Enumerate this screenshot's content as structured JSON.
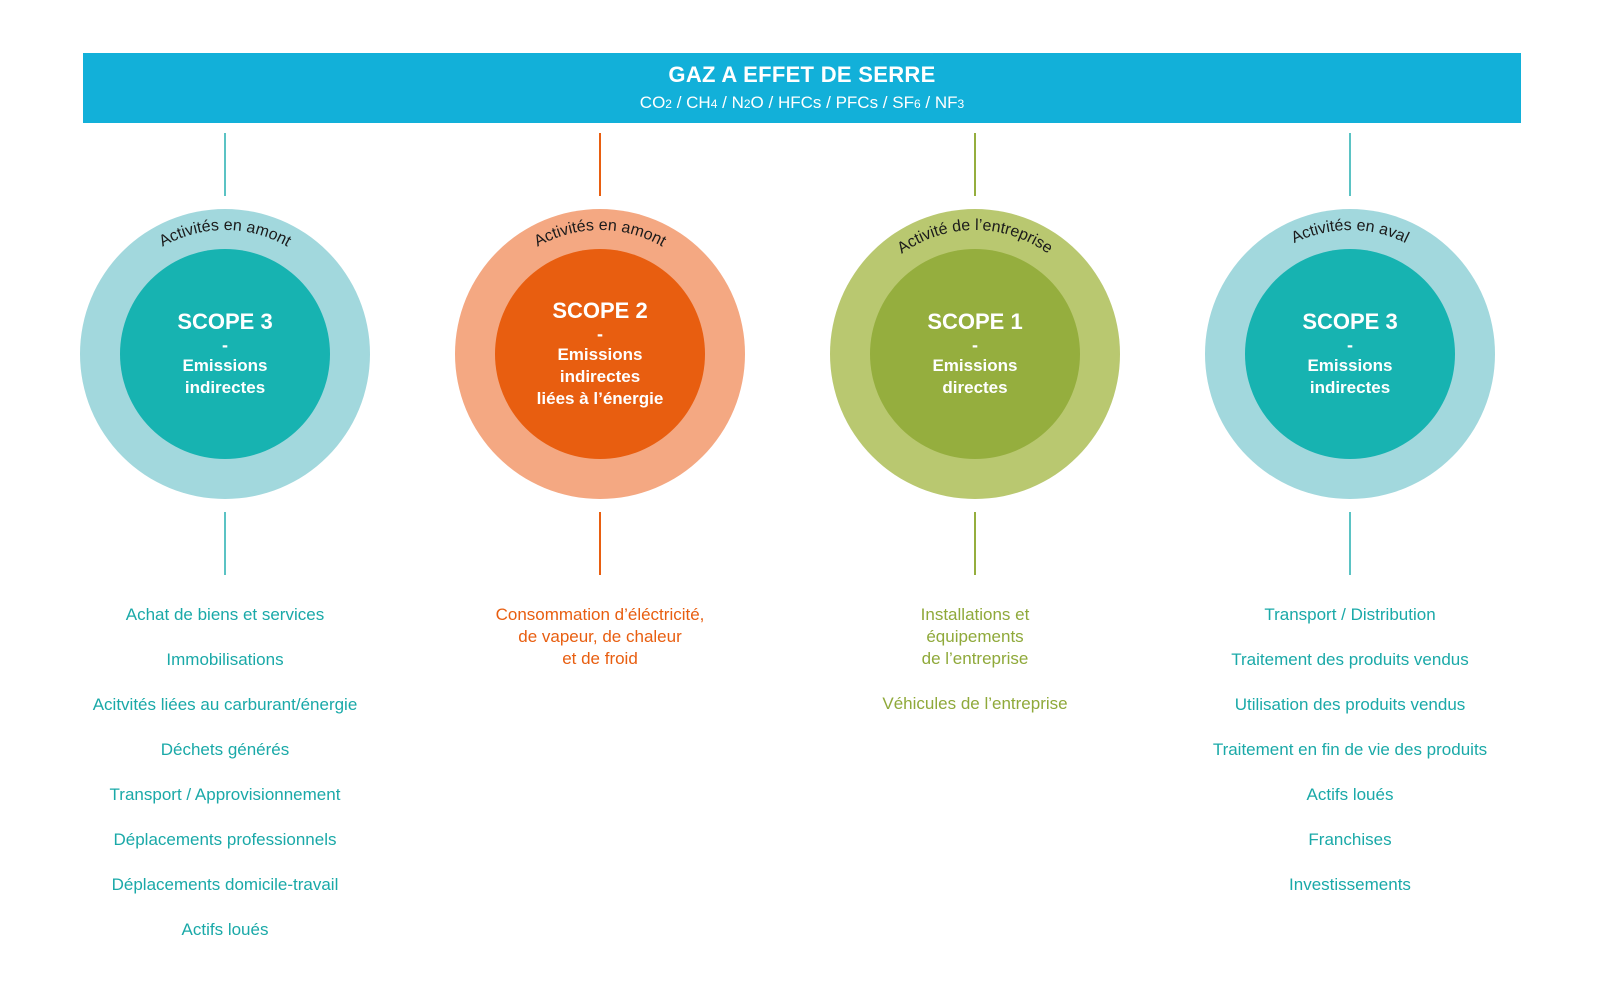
{
  "banner": {
    "title": "GAZ A EFFET DE SERRE",
    "gases": [
      {
        "main": "CO",
        "sub": "2"
      },
      {
        "main": "CH",
        "sub": "4"
      },
      {
        "main": "N",
        "sub": "2",
        "tail": "O"
      },
      {
        "main": "HFCs",
        "sub": ""
      },
      {
        "main": "PFCs",
        "sub": ""
      },
      {
        "main": "SF",
        "sub": "6"
      },
      {
        "main": "NF",
        "sub": "3"
      }
    ],
    "separator": " / "
  },
  "colors": {
    "banner": "#12b0d9",
    "teal_ring": "#a2d8dd",
    "teal_core": "#17b3b1",
    "teal_text": "#1aa9a8",
    "orange_ring": "#f4a882",
    "orange_core": "#e85e10",
    "orange_text": "#e85e10",
    "green_ring": "#b9c870",
    "green_core": "#95ae3e",
    "green_text": "#8fa93a"
  },
  "columns": [
    {
      "arc_label": "Activités en amont",
      "scope": "SCOPE 3",
      "dash": "-",
      "desc": [
        "Emissions",
        "indirectes"
      ],
      "theme": "teal",
      "items": [
        "Achat de biens et services",
        "Immobilisations",
        "Acitvités liées au carburant/énergie",
        "Déchets générés",
        "Transport / Approvisionnement",
        "Déplacements professionnels",
        "Déplacements domicile-travail",
        "Actifs loués"
      ]
    },
    {
      "arc_label": "Activités en amont",
      "scope": "SCOPE 2",
      "dash": "-",
      "desc": [
        "Emissions",
        "indirectes",
        "liées à l’énergie"
      ],
      "theme": "orange",
      "items": [
        "Consommation d’éléctricité,\nde vapeur, de chaleur\net de froid"
      ]
    },
    {
      "arc_label": "Activité de l’entreprise",
      "scope": "SCOPE 1",
      "dash": "-",
      "desc": [
        "Emissions",
        "directes"
      ],
      "theme": "green",
      "items": [
        "Installations et\néquipements\nde l’entreprise",
        "Véhicules de l’entreprise"
      ]
    },
    {
      "arc_label": "Activités en aval",
      "scope": "SCOPE 3",
      "dash": "-",
      "desc": [
        "Emissions",
        "indirectes"
      ],
      "theme": "teal",
      "items": [
        "Transport / Distribution",
        "Traitement des produits vendus",
        "Utilisation des produits vendus",
        "Traitement en fin de vie des produits",
        "Actifs loués",
        "Franchises",
        "Investissements"
      ]
    }
  ]
}
